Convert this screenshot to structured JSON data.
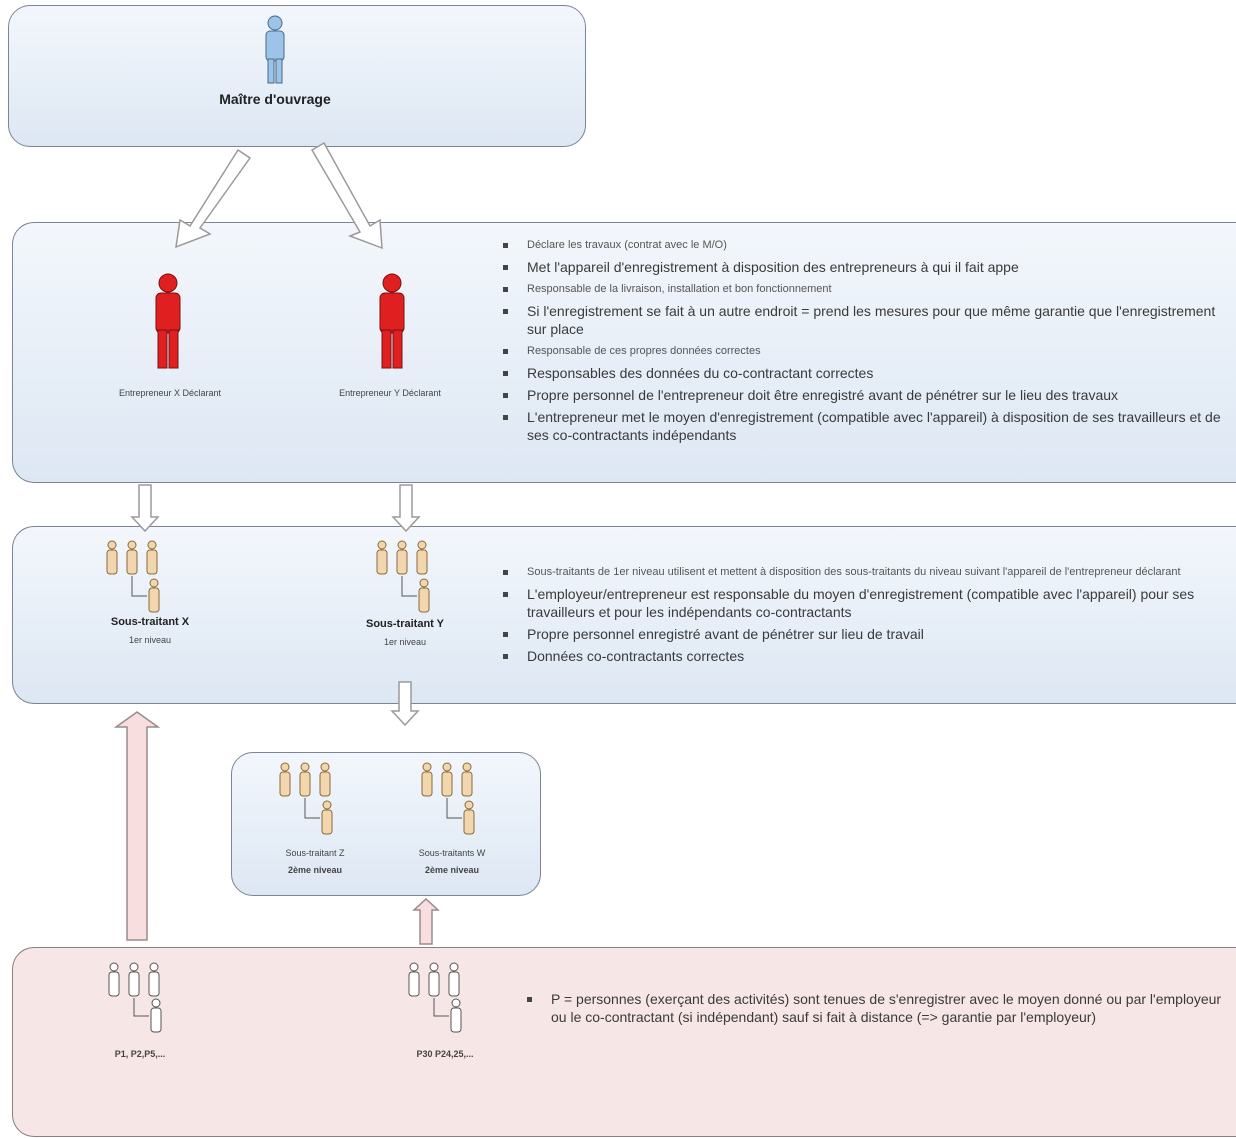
{
  "top": {
    "title": "Maître d'ouvrage"
  },
  "declarants": {
    "x_label": "Entrepreneur X Déclarant",
    "y_label": "Entrepreneur Y Déclarant",
    "bullets": [
      "Déclare les travaux (contrat avec le M/O)",
      "Met l'appareil d'enregistrement à disposition des entrepreneurs à qui il fait appe",
      "Responsable de la livraison, installation et bon fonctionnement",
      "Si l'enregistrement se fait à un autre endroit = prend les mesures pour que même garantie que l'enregistrement sur place",
      "Responsable de ces propres données correctes",
      "Responsables des données du co-contractant correctes",
      "Propre personnel de l'entrepreneur doit être enregistré avant de pénétrer sur le lieu des travaux",
      "L'entrepreneur met le moyen d'enregistrement (compatible avec l'appareil) à disposition de ses travailleurs et de ses co-contractants indépendants"
    ]
  },
  "subcontractors": {
    "x_title": "Sous-traitant X",
    "x_level": "1er niveau",
    "y_title": "Sous-traitant Y",
    "y_level": "1er niveau",
    "bullets": [
      "Sous-traitants de 1er niveau utilisent et mettent à disposition des sous-traitants du niveau suivant l'appareil de l'entrepreneur déclarant",
      "L'employeur/entrepreneur est responsable du moyen d'enregistrement (compatible avec l'appareil) pour ses travailleurs et pour les indépendants co-contractants",
      "Propre personnel enregistré avant de pénétrer sur lieu de travail",
      "Données co-contractants correctes"
    ]
  },
  "second_level": {
    "z_title": "Sous-traitant Z",
    "z_level": "2ème niveau",
    "w_title": "Sous-traitants W",
    "w_level": "2ème niveau"
  },
  "persons": {
    "group1_label": "P1, P2,P5,...",
    "group2_label": "P30 P24,25,...",
    "bullets": [
      "P = personnes (exerçant des activités) sont tenues de s'enregistrer avec le moyen donné ou par l'employeur ou le co-contractant (si indépendant) sauf si fait à distance (=> garantie par l'employeur)"
    ]
  },
  "colors": {
    "owner_figure": "#9cc4e8",
    "declarant_figure": "#e02020",
    "worker_figure": "#f2d6ae",
    "person_figure": "#ffffff",
    "panel_blue": "#e6eef8",
    "panel_pink": "#f7e6e6"
  },
  "icons": [
    "person-blue-icon",
    "person-red-icon",
    "group-hierarchy-icon"
  ]
}
